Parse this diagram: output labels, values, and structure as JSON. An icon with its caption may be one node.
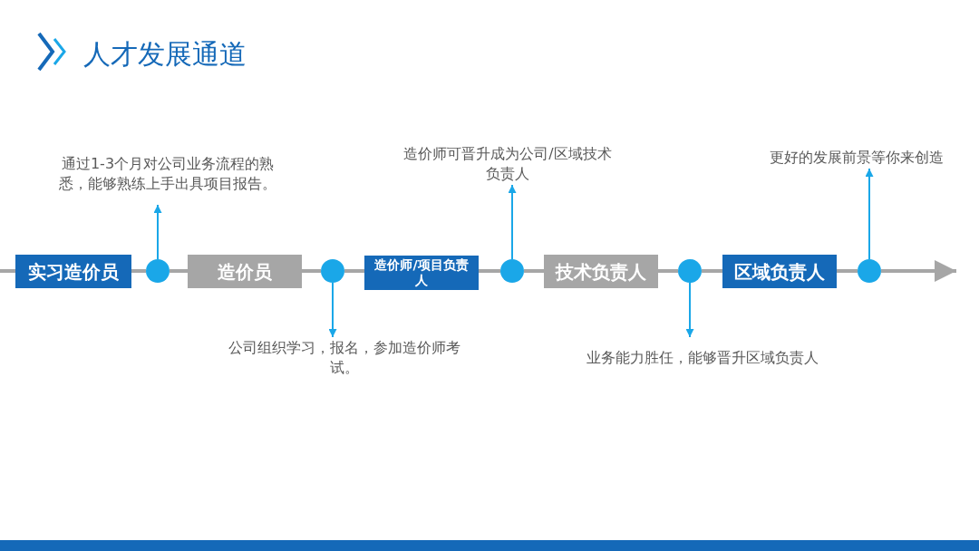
{
  "diagram": {
    "title": "人才发展通道",
    "nodes": [
      {
        "text": [
          "实习造价员"
        ]
      },
      {
        "text": [],
        "shape": "circle"
      },
      {
        "text": [
          "造价员"
        ]
      },
      {
        "text": [],
        "shape": "circle"
      },
      {
        "text": [
          "造价师/项目负责人"
        ]
      },
      {
        "text": [],
        "shape": "circle"
      },
      {
        "text": [
          "技术负责人"
        ]
      },
      {
        "text": [],
        "shape": "circle"
      },
      {
        "text": [
          "区域负责人"
        ]
      },
      {
        "text": [],
        "shape": "circle"
      },
      {
        "text": [
          "通过1-3个月对公司业务流程的熟悉，能够熟练上手出具项目报告。"
        ]
      },
      {
        "text": [
          "公司组织学习，报名，参加造价师考试。"
        ]
      },
      {
        "text": [
          "造价师可晋升成为公司/区域技术负责人"
        ]
      },
      {
        "text": [
          "业务能力胜任，能够晋升区域负责人"
        ]
      },
      {
        "text": [
          "更好的发展前景等你来创造"
        ]
      }
    ],
    "edges": [
      {
        "from": null,
        "to": 0,
        "arrow": "none"
      },
      {
        "from": 0,
        "to": 1,
        "arrow": "none"
      },
      {
        "from": 1,
        "to": 2,
        "arrow": "none"
      },
      {
        "from": 2,
        "to": 3,
        "arrow": "none"
      },
      {
        "from": 3,
        "to": 4,
        "arrow": "none"
      },
      {
        "from": 4,
        "to": 5,
        "arrow": "none"
      },
      {
        "from": 5,
        "to": 6,
        "arrow": "none"
      },
      {
        "from": 6,
        "to": 7,
        "arrow": "none"
      },
      {
        "from": 7,
        "to": 8,
        "arrow": "none"
      },
      {
        "from": 8,
        "to": 9,
        "arrow": "none"
      },
      {
        "from": 9,
        "to": null,
        "arrow": "to"
      },
      {
        "from": 1,
        "to": 10,
        "arrow": "to",
        "color": "#1aa7e8"
      },
      {
        "from": 3,
        "to": 11,
        "arrow": "to",
        "color": "#1aa7e8"
      },
      {
        "from": 5,
        "to": 12,
        "arrow": "to",
        "color": "#1aa7e8"
      },
      {
        "from": 7,
        "to": 13,
        "arrow": "to",
        "color": "#1aa7e8"
      },
      {
        "from": 9,
        "to": 14,
        "arrow": "to",
        "color": "#1aa7e8"
      }
    ]
  }
}
